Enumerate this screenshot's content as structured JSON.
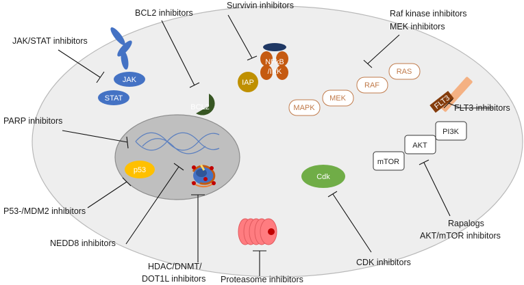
{
  "labels": {
    "bcl2_inhibitors": "BCL2 inhibitors",
    "survivin_inhibitors": "Survivin inhibitors",
    "raf_kinase_inhibitors": "Raf kinase inhibitors",
    "mek_inhibitors": "MEK inhibitors",
    "jak_stat_inhibitors": "JAK/STAT inhibitors",
    "parp_inhibitors": "PARP inhibitors",
    "flt3_inhibitors": "FLT3 inhibitors",
    "p53_mdm2_inhibitors": "P53-/MDM2 inhibitors",
    "nedd8_inhibitors": "NEDD8 inhibitors",
    "hdac_line1": "HDAC/DNMT/",
    "hdac_line2": "DOT1L inhibitors",
    "proteasome_inhibitors": "Proteasome inhibitors",
    "cdk_inhibitors": "CDK inhibitors",
    "rapalogs": "Rapalogs",
    "akt_mtor_inhibitors": "AKT/mTOR inhibitors"
  },
  "nodes": {
    "jak": "JAK",
    "stat": "STAT",
    "bcl2": "BCL2",
    "iap": "IAP",
    "nfkb_line1": "NFkB",
    "nfkb_line2": "/IKK",
    "raf": "RAF",
    "ras": "RAS",
    "mek": "MEK",
    "mapk": "MAPK",
    "flt3": "FLT3",
    "pi3k": "PI3K",
    "akt": "AKT",
    "mtor": "mTOR",
    "p53": "p53",
    "cdk": "Cdk"
  },
  "colors": {
    "cell_fill": "#eeeeee",
    "nucleus_fill": "#bfbfbf",
    "jak_stat_blue": "#4472c4",
    "bcl2_green": "#375623",
    "iap_gold": "#bf9000",
    "nfkb_orange": "#c55a11",
    "nfkb_navy": "#1f3864",
    "mapk_pathway": "#c07a4a",
    "flt3_brown": "#843c0c",
    "p53_yellow": "#ffc000",
    "cdk_green": "#70ad47",
    "proteasome_red": "#ff7c80",
    "dna_blue": "#5b7fbf"
  }
}
